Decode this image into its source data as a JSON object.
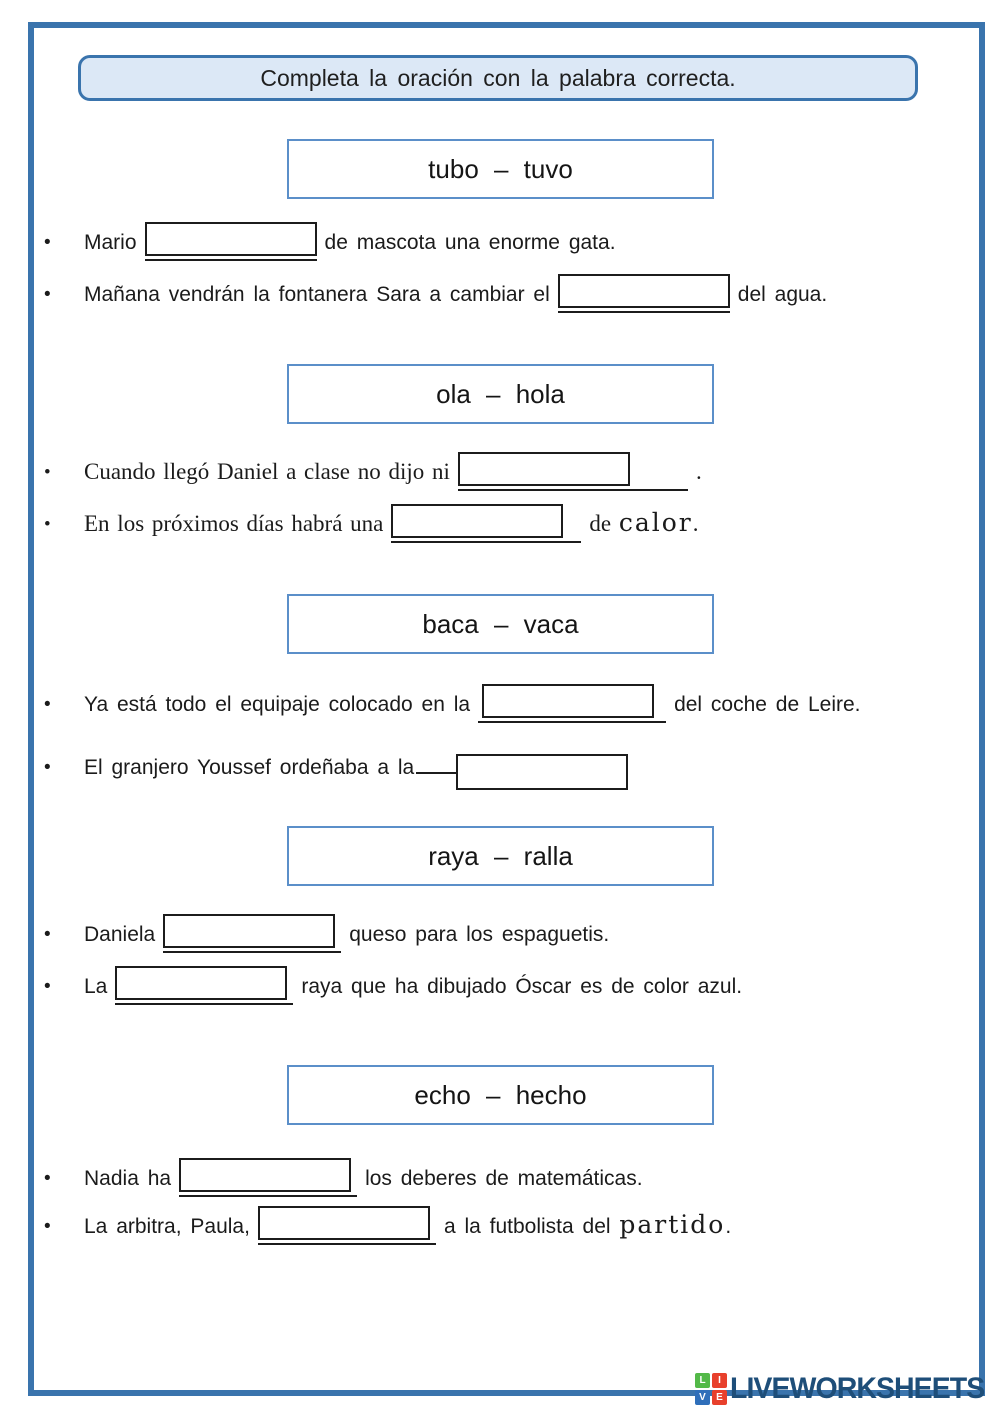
{
  "bullet": "•",
  "title": "Completa la oración con la palabra correcta.",
  "brand": {
    "name": "LIVEWORKSHEETS",
    "tiles": [
      {
        "letter": "L",
        "color": "#53b948"
      },
      {
        "letter": "I",
        "color": "#e8402c"
      },
      {
        "letter": "V",
        "color": "#2f6fba"
      },
      {
        "letter": "E",
        "color": "#e8402c"
      }
    ]
  },
  "sections": [
    {
      "heading": "tubo – tuvo",
      "sentences": [
        {
          "pre": "Mario",
          "post": "de mascota una enorme gata."
        },
        {
          "pre": "Mañana vendrán la fontanera Sara a cambiar el",
          "post": "del agua."
        }
      ]
    },
    {
      "heading": "ola – hola",
      "sentences": [
        {
          "pre": "Cuando llegó Daniel a clase no dijo ni",
          "post": "."
        },
        {
          "pre": "En los próximos días habrá una",
          "post": "de",
          "emph": "calor",
          "end": "."
        }
      ]
    },
    {
      "heading": "baca – vaca",
      "sentences": [
        {
          "pre": "Ya está todo el equipaje colocado en la",
          "post": "del coche de Leire."
        },
        {
          "pre": "El granjero Youssef ordeñaba a la",
          "post": ""
        }
      ]
    },
    {
      "heading": "raya – ralla",
      "sentences": [
        {
          "pre": "Daniela",
          "post": "queso para los espaguetis."
        },
        {
          "pre": "La",
          "post": "raya que ha dibujado Óscar es de color azul."
        }
      ]
    },
    {
      "heading": "echo – hecho",
      "sentences": [
        {
          "pre": "Nadia ha",
          "post": "los deberes de matemáticas."
        },
        {
          "pre": "La arbitra, Paula,",
          "post": "a la futbolista del",
          "emph": "partido",
          "end": "."
        }
      ]
    }
  ]
}
